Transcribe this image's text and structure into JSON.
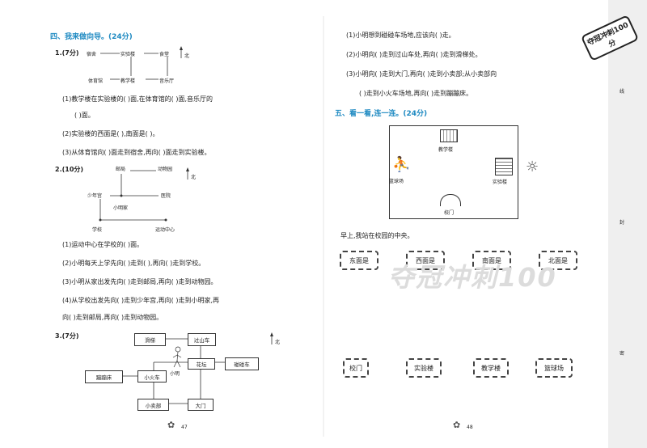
{
  "left": {
    "section_title": "四、我来做向导。(24分)",
    "q1": {
      "header": "1.(7分)",
      "map": {
        "dorm": "宿舍",
        "lab": "实验楼",
        "canteen": "食堂",
        "gym": "体育馆",
        "teaching": "教学楼",
        "music": "音乐厅",
        "north": "北"
      },
      "lines": [
        "(1)教学楼在实验楼的(        )面,在体育馆的(        )面,音乐厅的",
        "(        )面。",
        "(2)实验楼的西面是(      ),南面是(      )。",
        "(3)从体育馆向(        )面走到宿舍,再向(        )面走到实验楼。"
      ]
    },
    "q2": {
      "header": "2.(10分)",
      "map": {
        "post": "邮局",
        "zoo": "动物园",
        "youth": "少年宫",
        "hospital": "医院",
        "home": "小明家",
        "school": "学校",
        "sport": "运动中心",
        "north": "北"
      },
      "lines": [
        "(1)运动中心在学校的(        )面。",
        "(2)小明每天上学先向(        )走到(        ),再向(        )走到学校。",
        "(3)小明从家出发先向(        )走到邮局,再向(        )走到动物园。",
        "(4)从学校出发先向(        )走到少年宫,再向(        )走到小明家,再",
        "向(        )走到邮局,再向(        )走到动物园。"
      ]
    },
    "q3": {
      "header": "3.(7分)",
      "map": {
        "slide": "滑梯",
        "coaster": "过山车",
        "flower": "花坛",
        "bumper": "碰碰车",
        "trampoline": "蹦蹦床",
        "train": "小火车",
        "shop": "小卖部",
        "gate": "大门",
        "ming": "小明",
        "north": "北"
      }
    },
    "page_number": "47"
  },
  "right": {
    "q3_lines": [
      "(1)小明想到碰碰车场地,应该向(        )走。",
      "(2)小明向(        )走到过山车处,再向(        )走到滑梯处。",
      "(3)小明向(        )走到大门,再向(        )走到小卖部;从小卖部向",
      "(        )走到小火车场地,再向(        )走到蹦蹦床。"
    ],
    "section_title": "五、看一看,连一连。(24分)",
    "campus": {
      "teaching": "教学楼",
      "basketball": "篮球场",
      "lab": "实验楼",
      "gate": "校门"
    },
    "morning": "早上,我站在校园的中央。",
    "directions": [
      "东面是",
      "西面是",
      "南面是",
      "北面是"
    ],
    "places": [
      "校门",
      "实验楼",
      "教学楼",
      "篮球场"
    ],
    "page_number": "48",
    "watermark": "夺冠冲刺100",
    "logo": "夺冠冲刺100分",
    "spine_labels": [
      "线",
      "封",
      "密"
    ]
  }
}
